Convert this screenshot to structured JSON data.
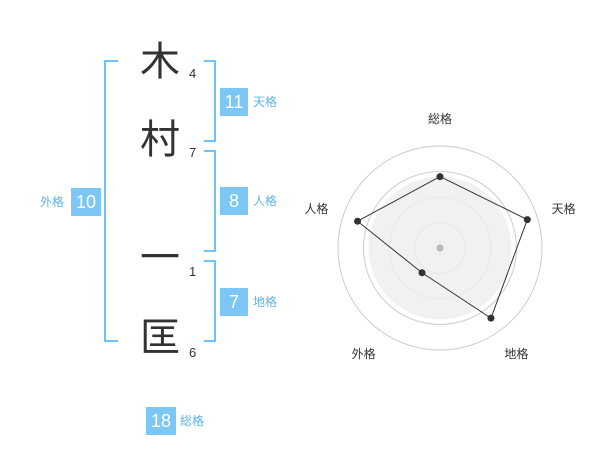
{
  "name": {
    "characters": [
      {
        "char": "木",
        "strokes": "4"
      },
      {
        "char": "村",
        "strokes": "7"
      },
      {
        "char": "一",
        "strokes": "1"
      },
      {
        "char": "匡",
        "strokes": "6"
      }
    ]
  },
  "fortunes": {
    "tenkaku": {
      "value": "11",
      "label": "天格"
    },
    "jinkaku": {
      "value": "8",
      "label": "人格"
    },
    "chikaku": {
      "value": "7",
      "label": "地格"
    },
    "gaikaku": {
      "value": "10",
      "label": "外格"
    },
    "soukaku": {
      "value": "18",
      "label": "総格"
    }
  },
  "radar": {
    "axes": [
      "総格",
      "天格",
      "地格",
      "外格",
      "人格"
    ],
    "values": [
      0.7,
      0.9,
      0.85,
      0.3,
      0.85
    ],
    "levels": 4,
    "colors": {
      "ring": "#cccccc",
      "fill": "#eeeeee",
      "line": "#333333",
      "center": "#bbbbbb"
    }
  }
}
